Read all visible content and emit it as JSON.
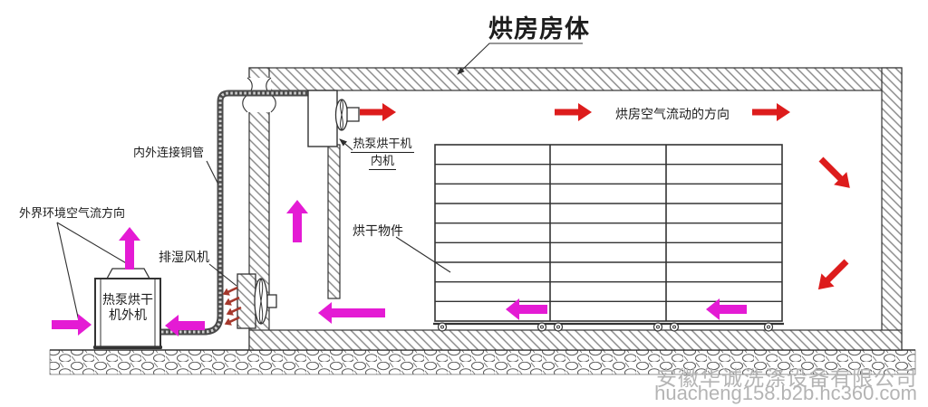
{
  "title": "烘房房体",
  "labels": {
    "pipe": "内外连接铜管",
    "outside_air": "外界环境空气流方向",
    "exhaust_fan": "排湿风机",
    "drying_items": "烘干物件",
    "room_airflow": "烘房空气流动的方向",
    "indoor_unit_line1": "热泵烘干机",
    "indoor_unit_line2": "内机",
    "outdoor_unit_line1": "热泵烘干",
    "outdoor_unit_line2": "机外机"
  },
  "watermark": {
    "company": "安徽华诚洗涤设备有限公司",
    "url": "huacheng158.b2b.hc360.com"
  },
  "colors": {
    "room_air_arrow": "#dd1c1c",
    "outside_air_arrow": "#e41bd4",
    "exhaust_air_arrow": "#a5382c",
    "line": "#2f2f2f",
    "watermark": "#b4b4b4"
  }
}
